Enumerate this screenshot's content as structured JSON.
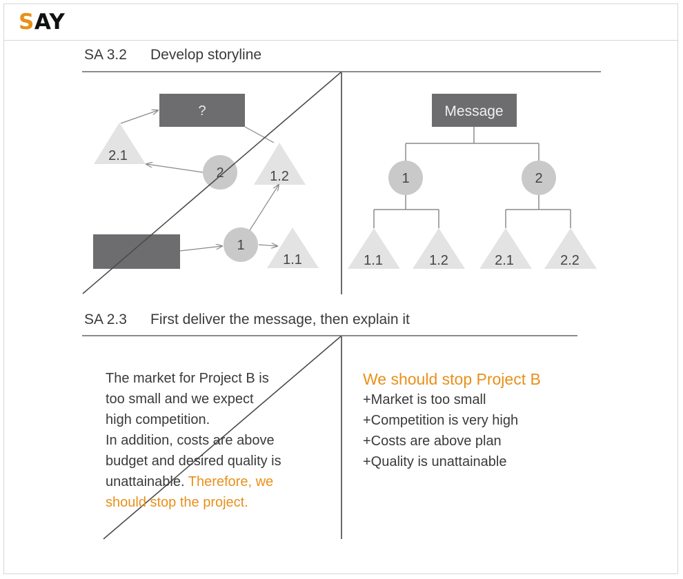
{
  "header": {
    "logo_initial": "S",
    "logo_rest": "AY"
  },
  "section_top": {
    "number": "SA 3.2",
    "title": "Develop storyline",
    "left_panel": {
      "question_box": "?",
      "nodes": {
        "circle_2": "2",
        "circle_1": "1",
        "tri_2_1": "2.1",
        "tri_1_2": "1.2",
        "tri_1_1": "1.1"
      }
    },
    "right_panel": {
      "message_box": "Message",
      "circle_1": "1",
      "circle_2": "2",
      "leaves": [
        "1.1",
        "1.2",
        "2.1",
        "2.2"
      ]
    }
  },
  "section_bottom": {
    "number": "SA 2.3",
    "title": "First deliver the message, then explain it",
    "left_text_lines": [
      "The market for Project B is",
      "too small and we expect",
      "high competition.",
      "In addition, costs are above",
      "budget and desired quality is"
    ],
    "left_text_last_plain": "unattainable. ",
    "left_text_last_orange": "Therefore, we",
    "left_text_final_orange": "should stop the project.",
    "right_headline": "We should stop Project B",
    "right_bullets": [
      "+Market is too small",
      "+Competition is very high",
      "+Costs are above plan",
      "+Quality is unattainable"
    ]
  },
  "colors": {
    "accent_orange": "#e8901a",
    "box_dark": "#6d6d6f",
    "circle_grey": "#c9c9c9",
    "triangle_grey": "#e3e3e3"
  }
}
